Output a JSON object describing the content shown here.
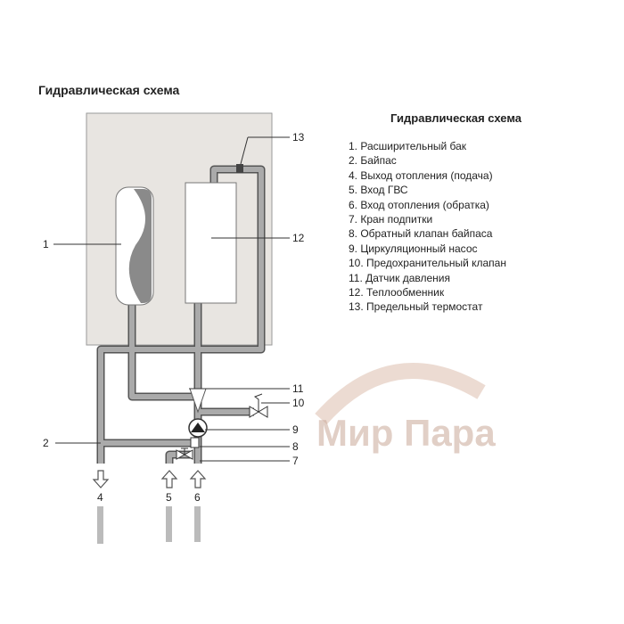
{
  "page_title": "Гидравлическая схема",
  "legend": {
    "title": "Гидравлическая схема",
    "items": [
      "1. Расширительный бак",
      "2. Байпас",
      "4. Выход отопления (подача)",
      "5. Вход ГВС",
      "6. Вход отопления (обратка)",
      "7. Кран подпитки",
      "8. Обратный клапан байпаса",
      "9. Циркуляционный насос",
      "10. Предохранительный клапан",
      "11. Датчик давления",
      "12. Теплообменник",
      "13. Предельный термостат"
    ]
  },
  "callouts": {
    "c1": "1",
    "c2": "2",
    "c4": "4",
    "c5": "5",
    "c6": "6",
    "c7": "7",
    "c8": "8",
    "c9": "9",
    "c10": "10",
    "c11": "11",
    "c12": "12",
    "c13": "13"
  },
  "watermark": "Мир Пара"
}
